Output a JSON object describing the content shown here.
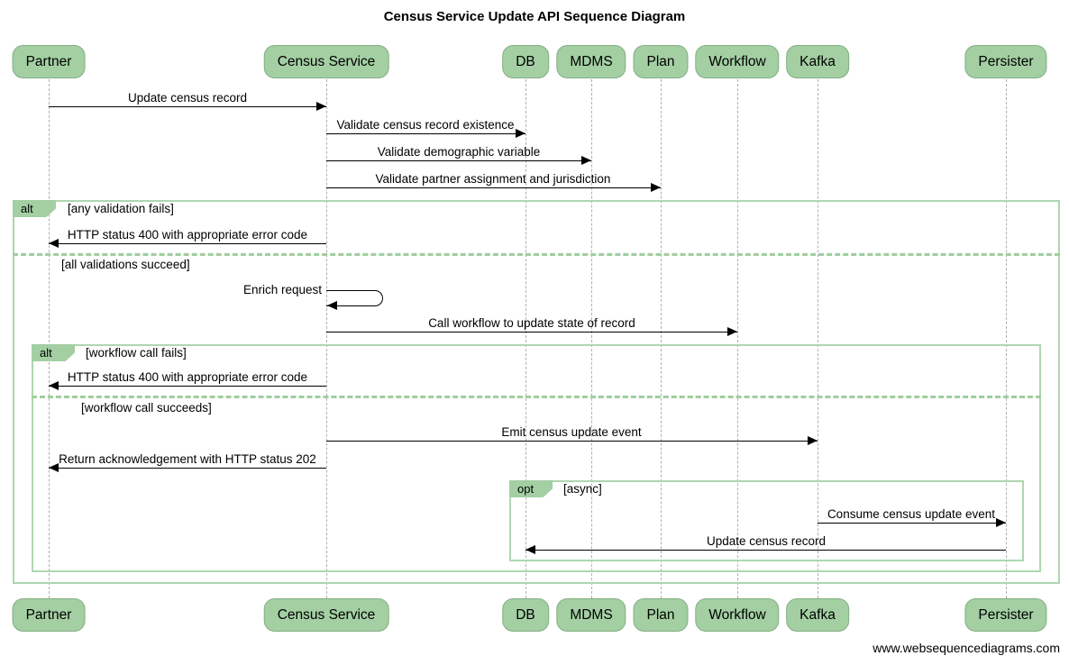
{
  "title": "Census Service Update API Sequence Diagram",
  "footer": "www.websequencediagrams.com",
  "colors": {
    "actor_fill": "#a3cfa3",
    "actor_border": "#84ae84",
    "frame_border": "#afd6af",
    "divider_dash": "#9fce9f",
    "lifeline": "#b0b0b0",
    "arrow": "#000000"
  },
  "actors": [
    {
      "id": "partner",
      "label": "Partner"
    },
    {
      "id": "census-service",
      "label": "Census Service"
    },
    {
      "id": "db",
      "label": "DB"
    },
    {
      "id": "mdms",
      "label": "MDMS"
    },
    {
      "id": "plan",
      "label": "Plan"
    },
    {
      "id": "workflow",
      "label": "Workflow"
    },
    {
      "id": "kafka",
      "label": "Kafka"
    },
    {
      "id": "persister",
      "label": "Persister"
    }
  ],
  "messages": [
    {
      "from": "Partner",
      "to": "Census Service",
      "label": "Update census record"
    },
    {
      "from": "Census Service",
      "to": "DB",
      "label": "Validate census record existence"
    },
    {
      "from": "Census Service",
      "to": "MDMS",
      "label": "Validate demographic variable"
    },
    {
      "from": "Census Service",
      "to": "Plan",
      "label": "Validate partner assignment and jurisdiction"
    },
    {
      "from": "Census Service",
      "to": "Partner",
      "label": "HTTP status 400 with appropriate error code"
    },
    {
      "from": "Census Service",
      "to": "Census Service",
      "self": true,
      "label": "Enrich request"
    },
    {
      "from": "Census Service",
      "to": "Workflow",
      "label": "Call workflow to update state of record"
    },
    {
      "from": "Census Service",
      "to": "Partner",
      "label": "HTTP status 400 with appropriate error code"
    },
    {
      "from": "Census Service",
      "to": "Kafka",
      "label": "Emit census update event"
    },
    {
      "from": "Census Service",
      "to": "Partner",
      "label": "Return acknowledgement with HTTP status 202"
    },
    {
      "from": "Kafka",
      "to": "Persister",
      "label": "Consume census update event"
    },
    {
      "from": "Persister",
      "to": "DB",
      "label": "Update census record"
    }
  ],
  "frames": [
    {
      "type": "alt",
      "label": "alt",
      "conditions": [
        "[any validation fails]",
        "[all validations succeed]"
      ]
    },
    {
      "type": "alt",
      "label": "alt",
      "conditions": [
        "[workflow call fails]",
        "[workflow call succeeds]"
      ]
    },
    {
      "type": "opt",
      "label": "opt",
      "conditions": [
        "[async]"
      ]
    }
  ]
}
